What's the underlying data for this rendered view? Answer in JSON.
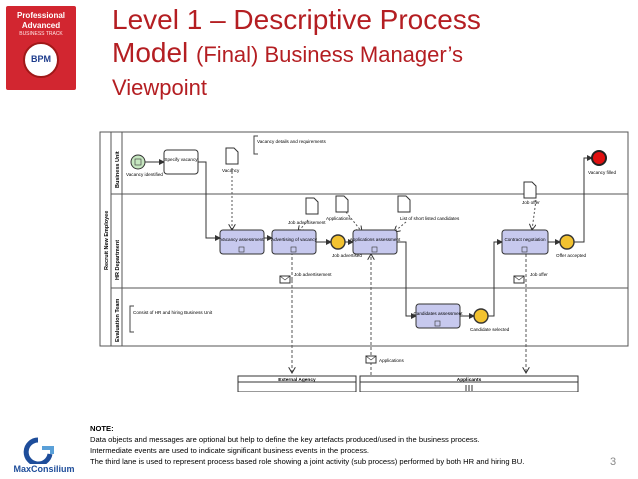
{
  "badge": {
    "line1": "Professional",
    "line2": "Advanced",
    "line3": "BUSINESS TRACK",
    "seal": "BPM"
  },
  "title": {
    "line1": "Level 1 – Descriptive Process",
    "line2_main": "Model",
    "line2_small": "(Final) Business Manager’s",
    "line3": "Viewpoint"
  },
  "diagram": {
    "pool_label": "Recruit New Employee",
    "lanes": [
      "Business Unit",
      "HR Department",
      "Evaluation Team"
    ],
    "events": {
      "start": "Vacancy identified",
      "job_advertised": "Job advertised",
      "candidate_selected": "Candidate selected",
      "offer_accepted": "Offer accepted",
      "end": "Vacancy filled"
    },
    "tasks": {
      "specify": "Specify vacancy",
      "vacancy_assessment": "Vacancy assessment",
      "advertising": "Advertising of vacancy",
      "applications_assessment": "Applications assessment",
      "candidates_assessment": "Candidates assessment",
      "contract_negotiation": "Contract negotiation"
    },
    "data_objects": {
      "vacancy": "Vacancy",
      "job_advertisement": "Job advertisement",
      "applications": "Applications",
      "shortlisted": "List of short listed candidates",
      "job_offer": "Job offer"
    },
    "annotations": {
      "vacancy_details": "Vacancy details and requirements",
      "evaluation_team": "Consist of HR and hiring Business Unit"
    },
    "messages": {
      "job_advert": "Job advertisement",
      "job_offer": "Job offer",
      "applications": "Applications"
    },
    "external_pools": {
      "agency": "External Agency",
      "applicants": "Applicants"
    }
  },
  "note": {
    "heading": "NOTE:",
    "line1": "Data objects and messages are optional but help to define the key artefacts produced/used in the business process.",
    "line2": "Intermediate events are used to indicate significant business events in the process.",
    "line3": "The third lane is used to represent process based role showing a joint activity (sub process) performed by both HR and hiring BU."
  },
  "logo": {
    "name": "MaxConsilium"
  },
  "page_number": "3",
  "colors": {
    "title": "#b41e22",
    "task_fill": "#c7c9ee",
    "event_fill": "#f2c230",
    "start_fill": "#c6e7c0",
    "end_fill": "#e01010",
    "badge": "#d22630"
  }
}
